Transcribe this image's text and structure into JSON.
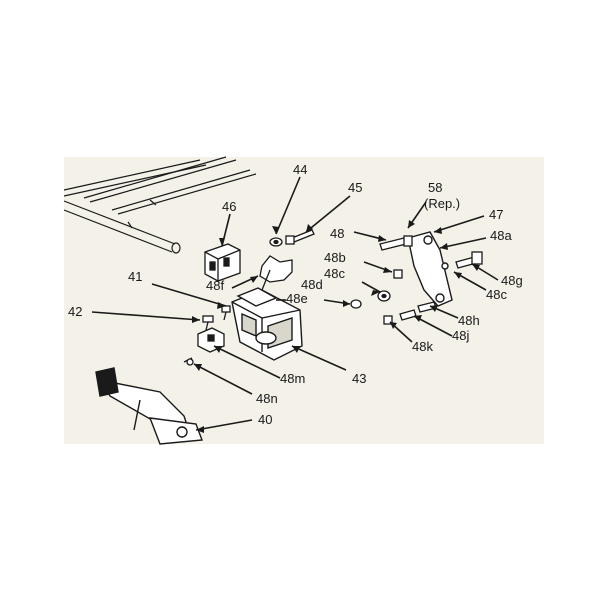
{
  "colors": {
    "paper": "#f3f1e8",
    "ink": "#1a1a1a",
    "part_fill": "#ffffff",
    "part_shade": "#d9d6cc"
  },
  "callouts": {
    "c44": "44",
    "c45": "45",
    "c58": "58",
    "c58_rep": "(Rep.)",
    "c46": "46",
    "c47": "47",
    "c48": "48",
    "c48a": "48a",
    "c48b": "48b",
    "c48c_left": "48c",
    "c48c_right": "48c",
    "c48d": "48d",
    "c48e": "48e",
    "c48f": "48f",
    "c48g": "48g",
    "c48h": "48h",
    "c48j": "48j",
    "c48k": "48k",
    "c48m": "48m",
    "c48n": "48n",
    "c41": "41",
    "c42": "42",
    "c43": "43",
    "c40": "40"
  }
}
